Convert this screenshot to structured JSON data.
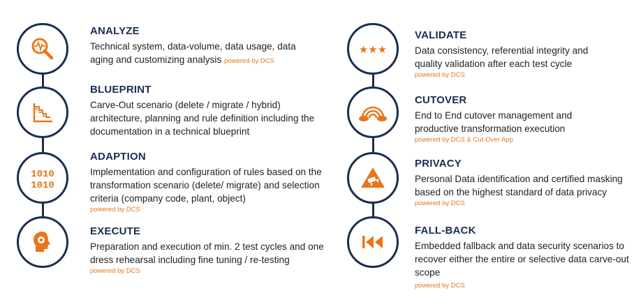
{
  "colors": {
    "navy": "#1a2e4f",
    "orange": "#e8761a"
  },
  "left": [
    {
      "icon": "magnifier-pulse-icon",
      "title": "ANALYZE",
      "desc": "Technical system, data-volume, data usage, data aging and customizing analysis",
      "powered": "powered by DCS"
    },
    {
      "icon": "staircase-chart-icon",
      "title": "BLUEPRINT",
      "desc": "Carve-Out scenario (delete / migrate / hybrid) architecture, planning and rule definition including the documentation in a technical blueprint",
      "powered": ""
    },
    {
      "icon": "binary-code-icon",
      "title": "ADAPTION",
      "desc": "Implementation and configuration of rules based on the transformation scenario (delete/ migrate) and selection criteria (company code, plant, object)",
      "powered": "powered by DCS"
    },
    {
      "icon": "head-gear-icon",
      "title": "EXECUTE",
      "desc": "Preparation and execution of min. 2 test cycles and one dress rehearsal including fine tuning / re-testing",
      "powered": "powered by DCS"
    }
  ],
  "right": [
    {
      "icon": "three-stars-icon",
      "title": "VALIDATE",
      "desc": "Data consistency, referential integrity and quality validation after each test cycle",
      "powered": "powered by DCS"
    },
    {
      "icon": "rainbow-clouds-icon",
      "title": "CUTOVER",
      "desc": "End to End cutover management and productive transformation execution",
      "powered": "powered by DCS & Cut-Over App"
    },
    {
      "icon": "camera-warning-icon",
      "title": "PRIVACY",
      "desc": "Personal Data identification and certified masking based on the highest standard of data privacy",
      "powered": "powered by DCS"
    },
    {
      "icon": "rewind-icon",
      "title": "FALL-BACK",
      "desc": "Embedded fallback and data security scenarios to recover either the entire or selective data carve-out scope",
      "powered": "powered by DCS"
    }
  ]
}
